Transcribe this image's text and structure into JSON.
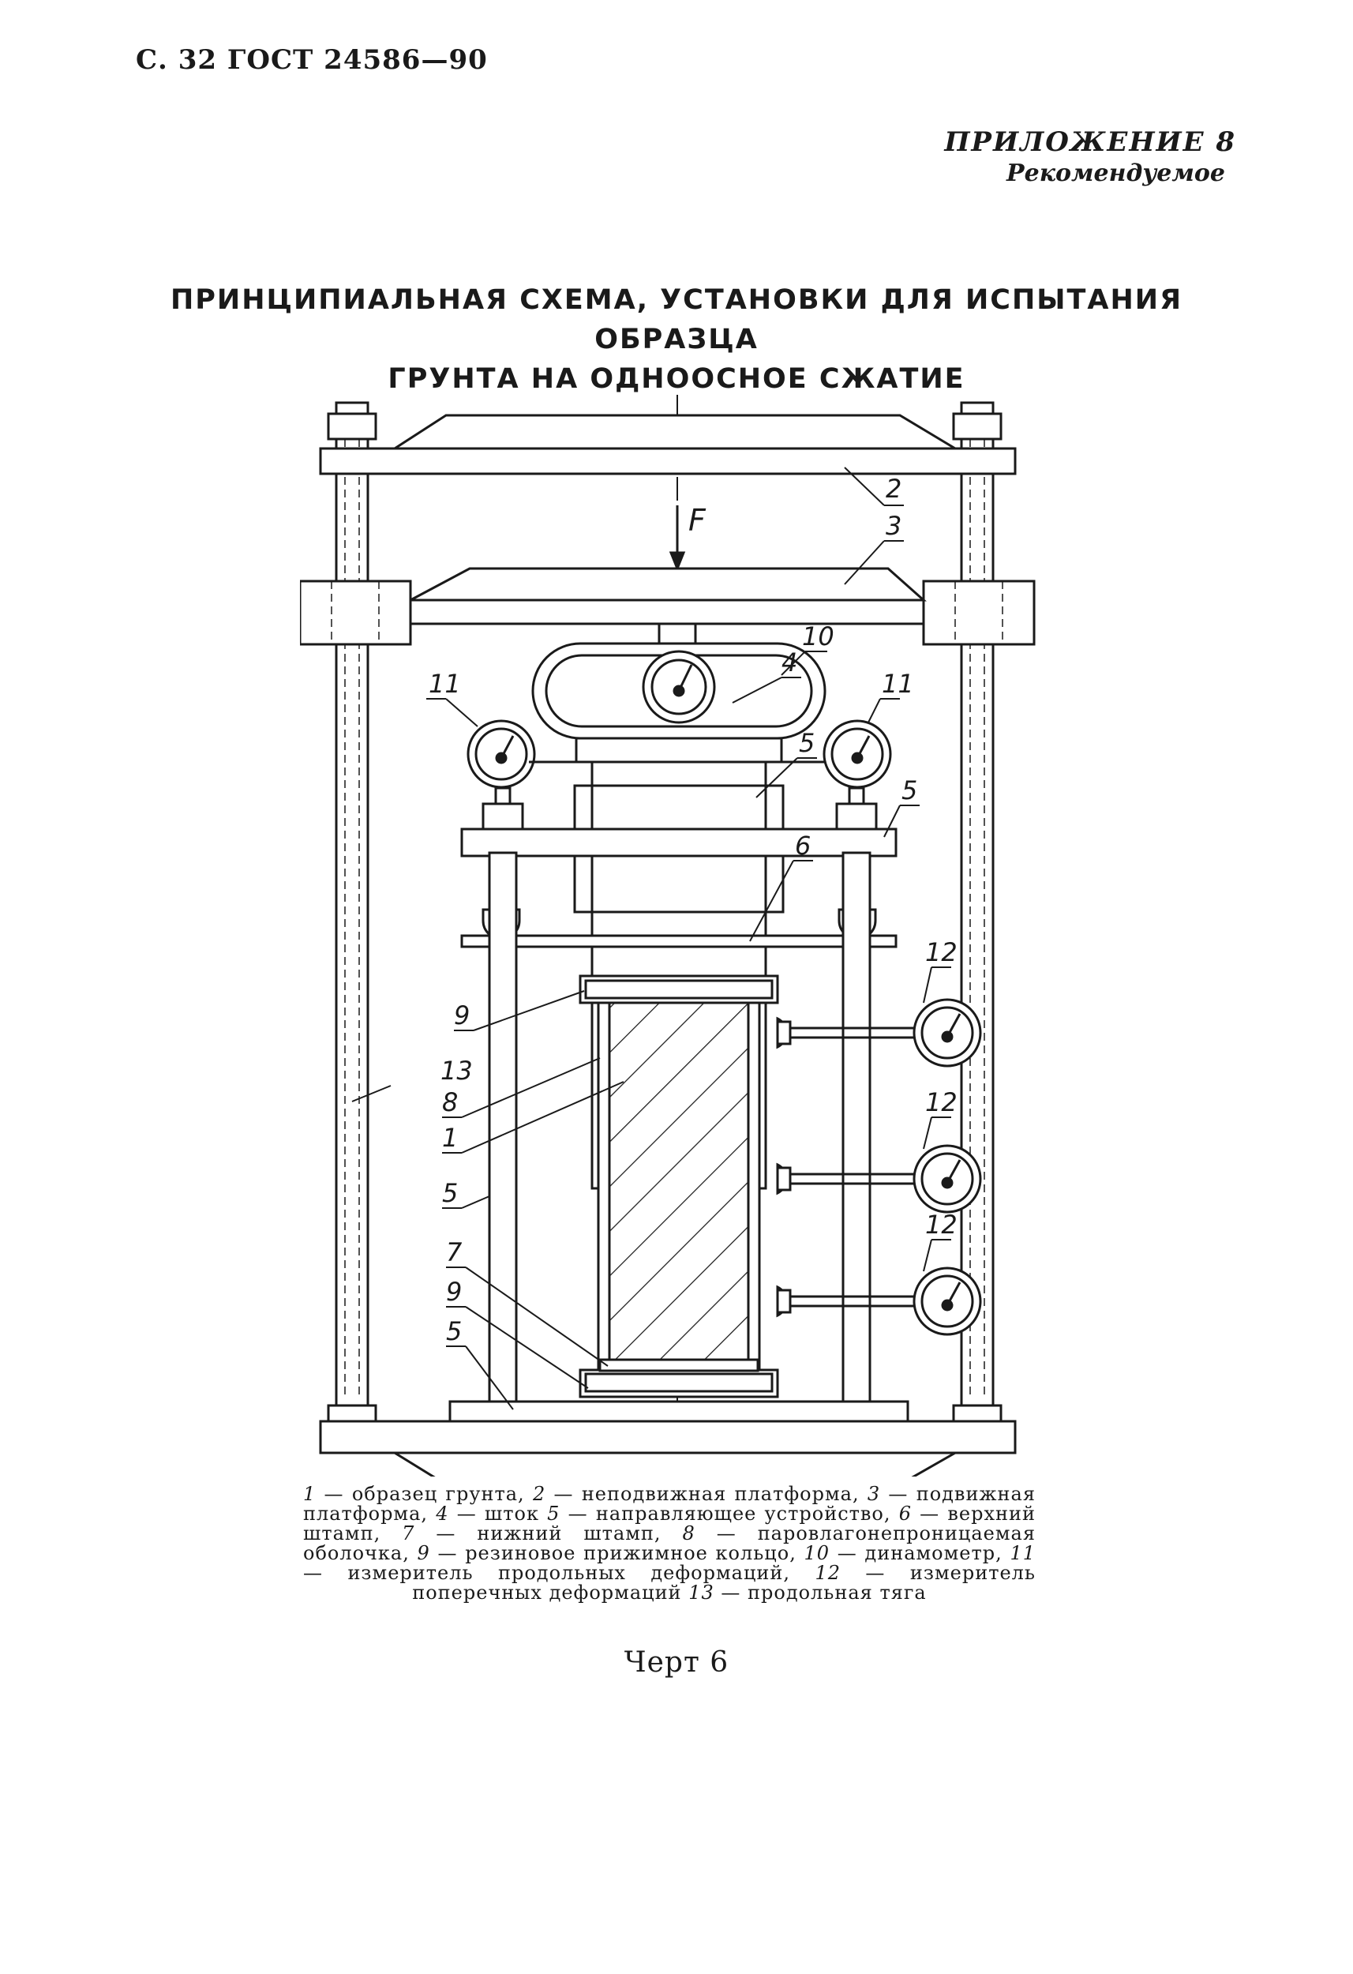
{
  "header": {
    "page_ref": "С. 32 ГОСТ 24586—90"
  },
  "appendix": {
    "title": "ПРИЛОЖЕНИЕ 8",
    "subtitle": "Рекомендуемое"
  },
  "title": {
    "line1": "ПРИНЦИПИАЛЬНАЯ СХЕМА, УСТАНОВКИ ДЛЯ ИСПЫТАНИЯ ОБРАЗЦА",
    "line2": "ГРУНТА НА ОДНООСНОЕ СЖАТИЕ"
  },
  "figure": {
    "force_label": "F",
    "callouts": [
      "2",
      "3",
      "10",
      "4",
      "11",
      "11",
      "5",
      "5",
      "6",
      "12",
      "12",
      "12",
      "9",
      "13",
      "8",
      "1",
      "5",
      "7",
      "9",
      "5"
    ]
  },
  "legend": {
    "items": [
      {
        "num": "1",
        "text": "образец грунта,"
      },
      {
        "num": "2",
        "text": "неподвижная платформа,"
      },
      {
        "num": "3",
        "text": "подвижная платформа,"
      },
      {
        "num": "4",
        "text": "шток"
      },
      {
        "num": "5",
        "text": "направляющее устройство,"
      },
      {
        "num": "6",
        "text": "верхний штамп,"
      },
      {
        "num": "7",
        "text": "нижний штамп,"
      },
      {
        "num": "8",
        "text": "паровлагонепроницаемая оболочка,"
      },
      {
        "num": "9",
        "text": "резиновое прижимное кольцо,"
      },
      {
        "num": "10",
        "text": "динамометр,"
      },
      {
        "num": "11",
        "text": "измеритель продольных деформаций,"
      },
      {
        "num": "12",
        "text": "измеритель поперечных деформаций"
      },
      {
        "num": "13",
        "text": "продольная тяга"
      }
    ]
  },
  "caption": "Черт 6"
}
